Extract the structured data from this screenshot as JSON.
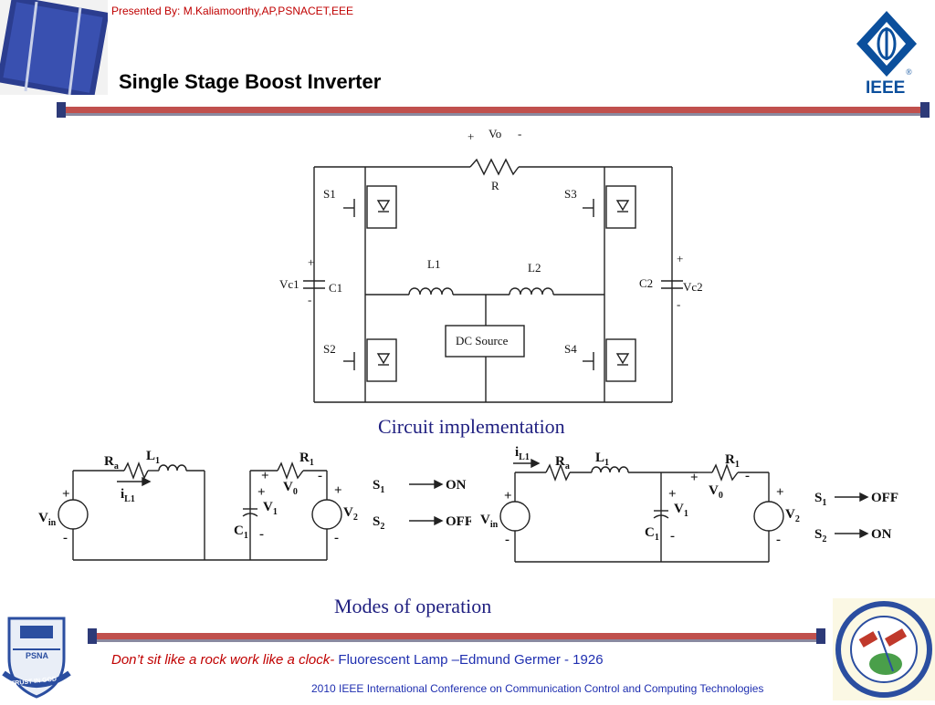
{
  "header": {
    "presenter": "Presented By: M.Kaliamoorthy,AP,PSNACET,EEE",
    "title": "Single Stage Boost Inverter",
    "ieee_logo_text": "IEEE"
  },
  "circuit": {
    "output_voltage": "Vo",
    "resistor": "R",
    "switches": [
      "S1",
      "S2",
      "S3",
      "S4"
    ],
    "capacitors": [
      "C1",
      "C2"
    ],
    "capacitor_voltages": [
      "Vc1",
      "Vc2"
    ],
    "inductors": [
      "L1",
      "L2"
    ],
    "dc_source": "DC Source",
    "plus": "+",
    "minus": "-",
    "caption": "Circuit implementation"
  },
  "modes": {
    "caption": "Modes of operation",
    "mode1": {
      "s1": "ON",
      "s2": "OFF"
    },
    "mode2": {
      "s1": "OFF",
      "s2": "ON"
    }
  },
  "footer": {
    "quote_red": "Don’t sit like a rock work like a clock-",
    "quote_blue": "Fluorescent Lamp –Edmund Germer - 1926",
    "conference": "2010 IEEE International Conference on Communication Control and Computing Technologies",
    "psna_logo_text": "PSNA",
    "psna_motto": "TRUST IN GOD"
  },
  "colors": {
    "presenter": "#c00000",
    "caption": "#1f1f80",
    "quote_red": "#c00000",
    "quote_blue": "#1f2fb0",
    "ieee_blue": "#0b4f9c",
    "divider": "#c0504d"
  }
}
